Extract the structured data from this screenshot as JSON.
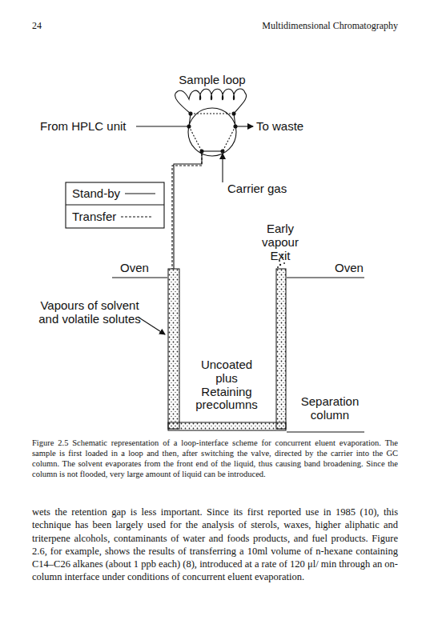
{
  "diagram": {
    "caption": "Figure 2.5 Schematic representation of a loop-interface scheme for concurrent eluent evaporation. The sample is first loaded in a loop and then, after switching the valve, directed by the carrier into the GC column. The solvent evaporates from the front end of the liquid, thus causing band broadening. Since the column is not flooded, very large amount of liquid can be introduced.",
    "labels": [
      "24",
      "Multidimensional Chromatography",
      "Sample loop",
      "From HPLC unit",
      "To waste",
      "Carrier gas",
      "Oven",
      "Oven",
      "Early vapour Exit",
      "Vapours of solvent and volatile solutes",
      "Uncoated plus Retaining precolumns",
      "Separation column",
      "wets the retention gap is less important. Since its first reported use in 1985 (10), this technique has been largely used for the analysis of sterols, waxes, higher aliphatic and triterpene alcohols, contaminants of water and foods products, and fuel products. Figure 2.6, for example, shows the results of transferring a 10ml volume of n-hexane containing C14–C26 alkanes (about 1 ppb each) (8), introduced at a rate of 120 μl/ min through an on-column interface under conditions of concurrent eluent evaporation."
    ],
    "legend": [
      {
        "text": "Stand-by"
      },
      {
        "text": "Transfer"
      }
    ]
  }
}
